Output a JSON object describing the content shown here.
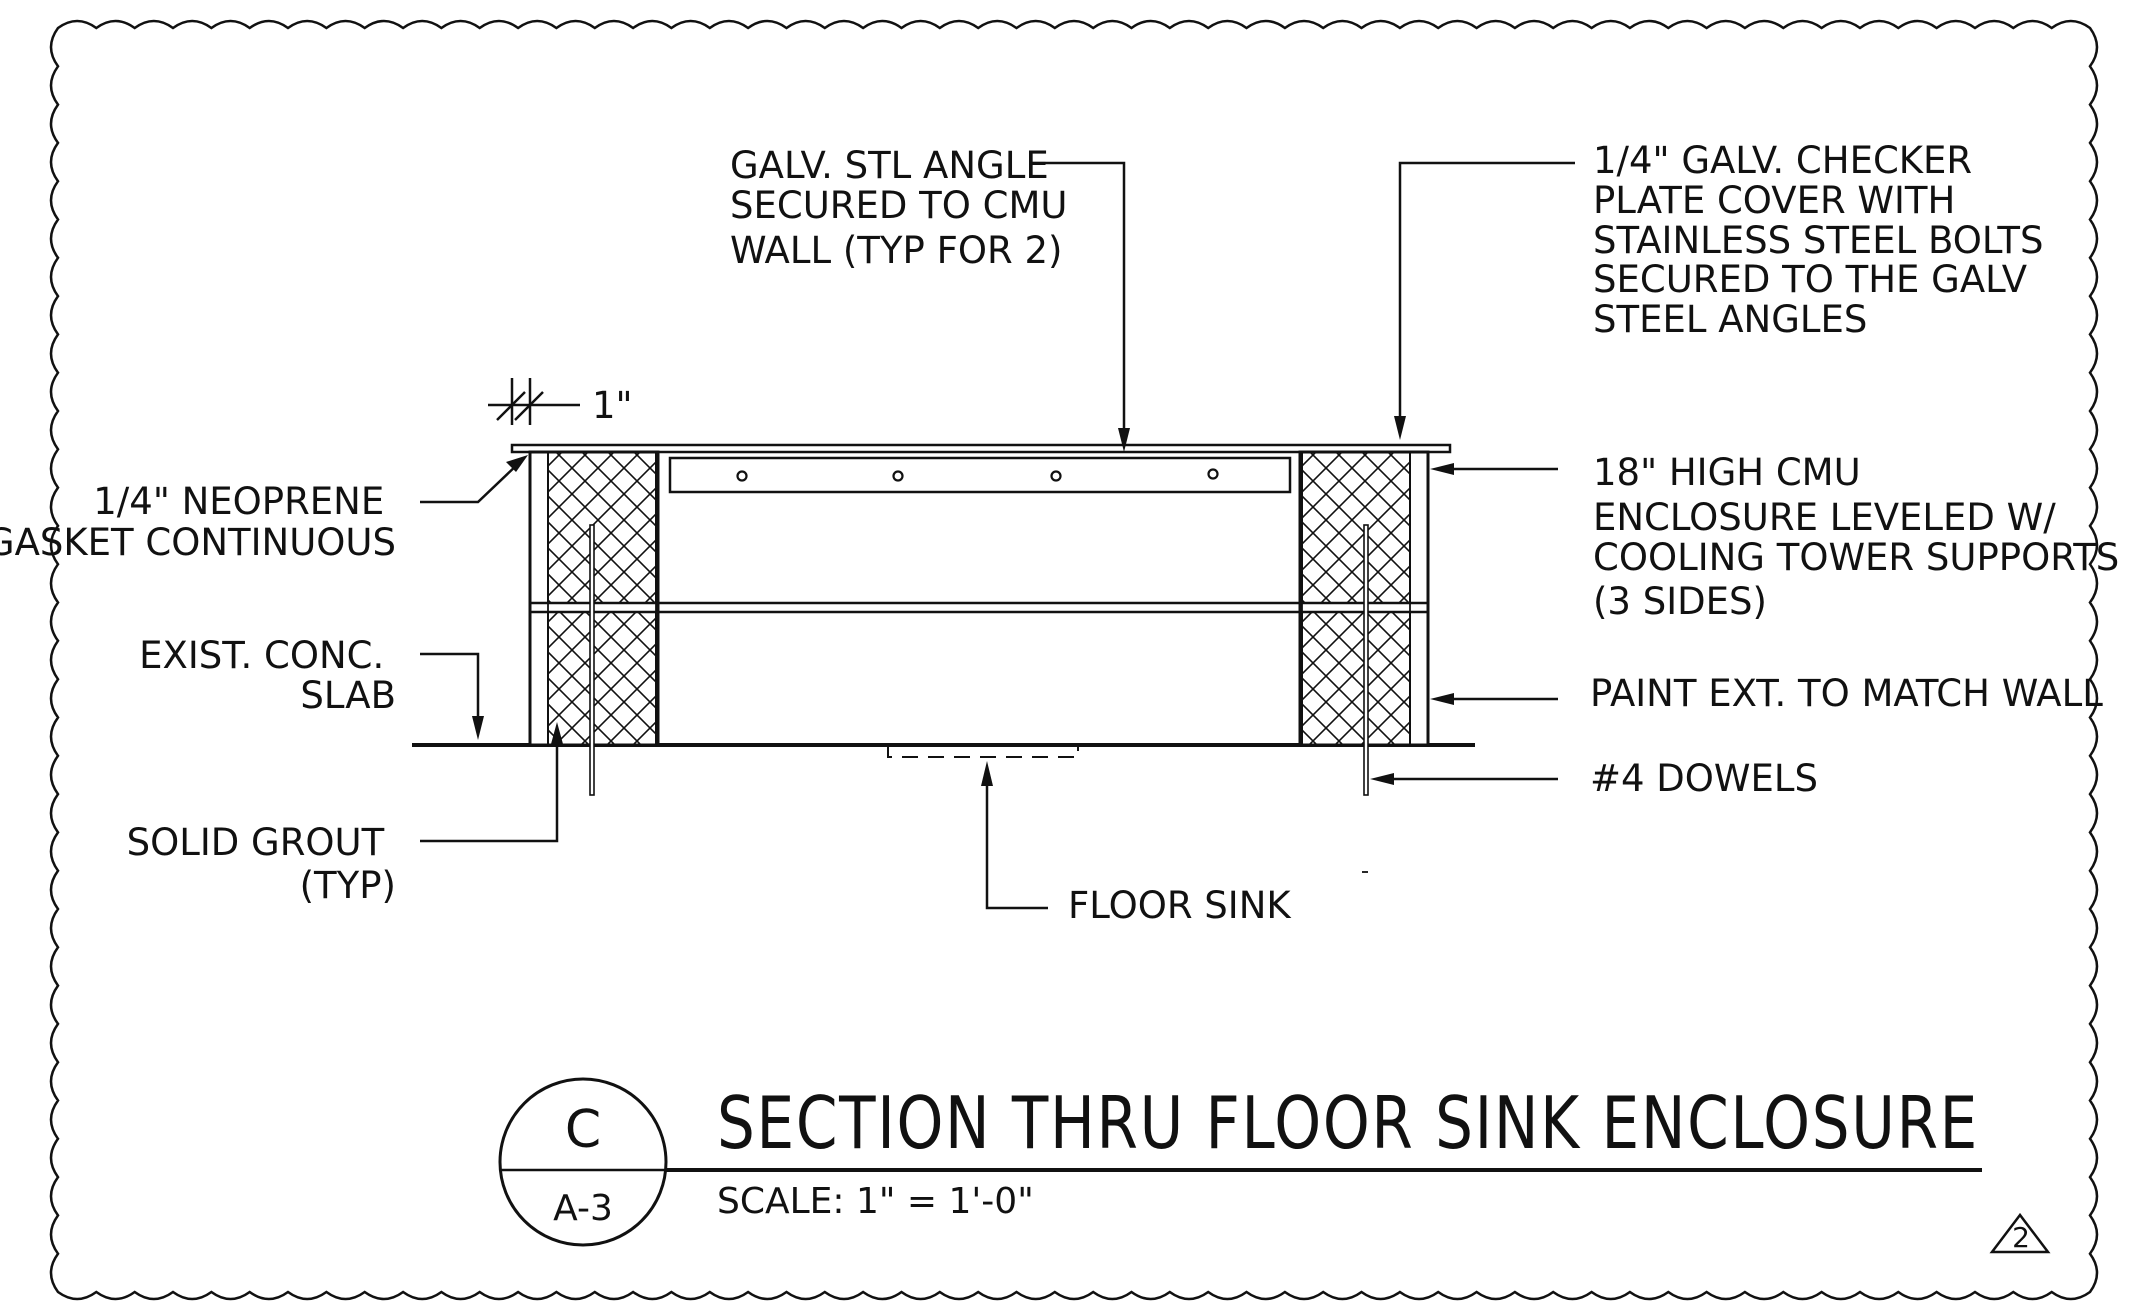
{
  "drawing": {
    "labels": {
      "galv_angle": [
        "GALV. STL ANGLE",
        "SECURED TO CMU",
        "WALL (TYP FOR 2)"
      ],
      "checker_plate": [
        "1/4\" GALV. CHECKER",
        "PLATE COVER WITH",
        "STAINLESS STEEL BOLTS",
        "SECURED TO THE GALV",
        "STEEL ANGLES"
      ],
      "dimension": "1\"",
      "neoprene": [
        "1/4\" NEOPRENE",
        "GASKET CONTINUOUS"
      ],
      "cmu_enclosure": [
        "18\" HIGH CMU",
        "ENCLOSURE LEVELED W/",
        "COOLING TOWER SUPPORTS",
        "(3 SIDES)"
      ],
      "conc_slab": [
        "EXIST. CONC.",
        "SLAB"
      ],
      "paint": "PAINT EXT. TO MATCH WALL",
      "dowels": "#4 DOWELS",
      "grout": [
        "SOLID GROUT",
        "(TYP)"
      ],
      "floor_sink": "FLOOR SINK"
    },
    "title_block": {
      "title": "SECTION THRU FLOOR SINK ENCLOSURE",
      "scale": "SCALE: 1\" = 1'-0\"",
      "detail_letter": "C",
      "sheet": "A-3",
      "revision": "2"
    }
  }
}
